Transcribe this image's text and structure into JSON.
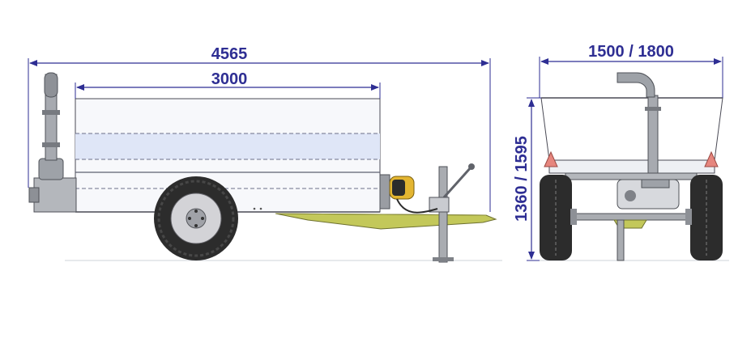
{
  "dimensions": {
    "total_length": "4565",
    "tank_length": "3000",
    "width": "1500 / 1800",
    "height": "1360 / 1595"
  },
  "colors": {
    "dimension": "#2e2e93",
    "tank_body": "#f7f8fb",
    "tank_band": "#dfe6f7",
    "drawbar": "#c3c85a",
    "tire": "#2c2c2c",
    "rim": "#d3d3d7",
    "hitch_light": "#e3b531",
    "reflector": "#e6867e",
    "metal": "#a9acb1"
  }
}
